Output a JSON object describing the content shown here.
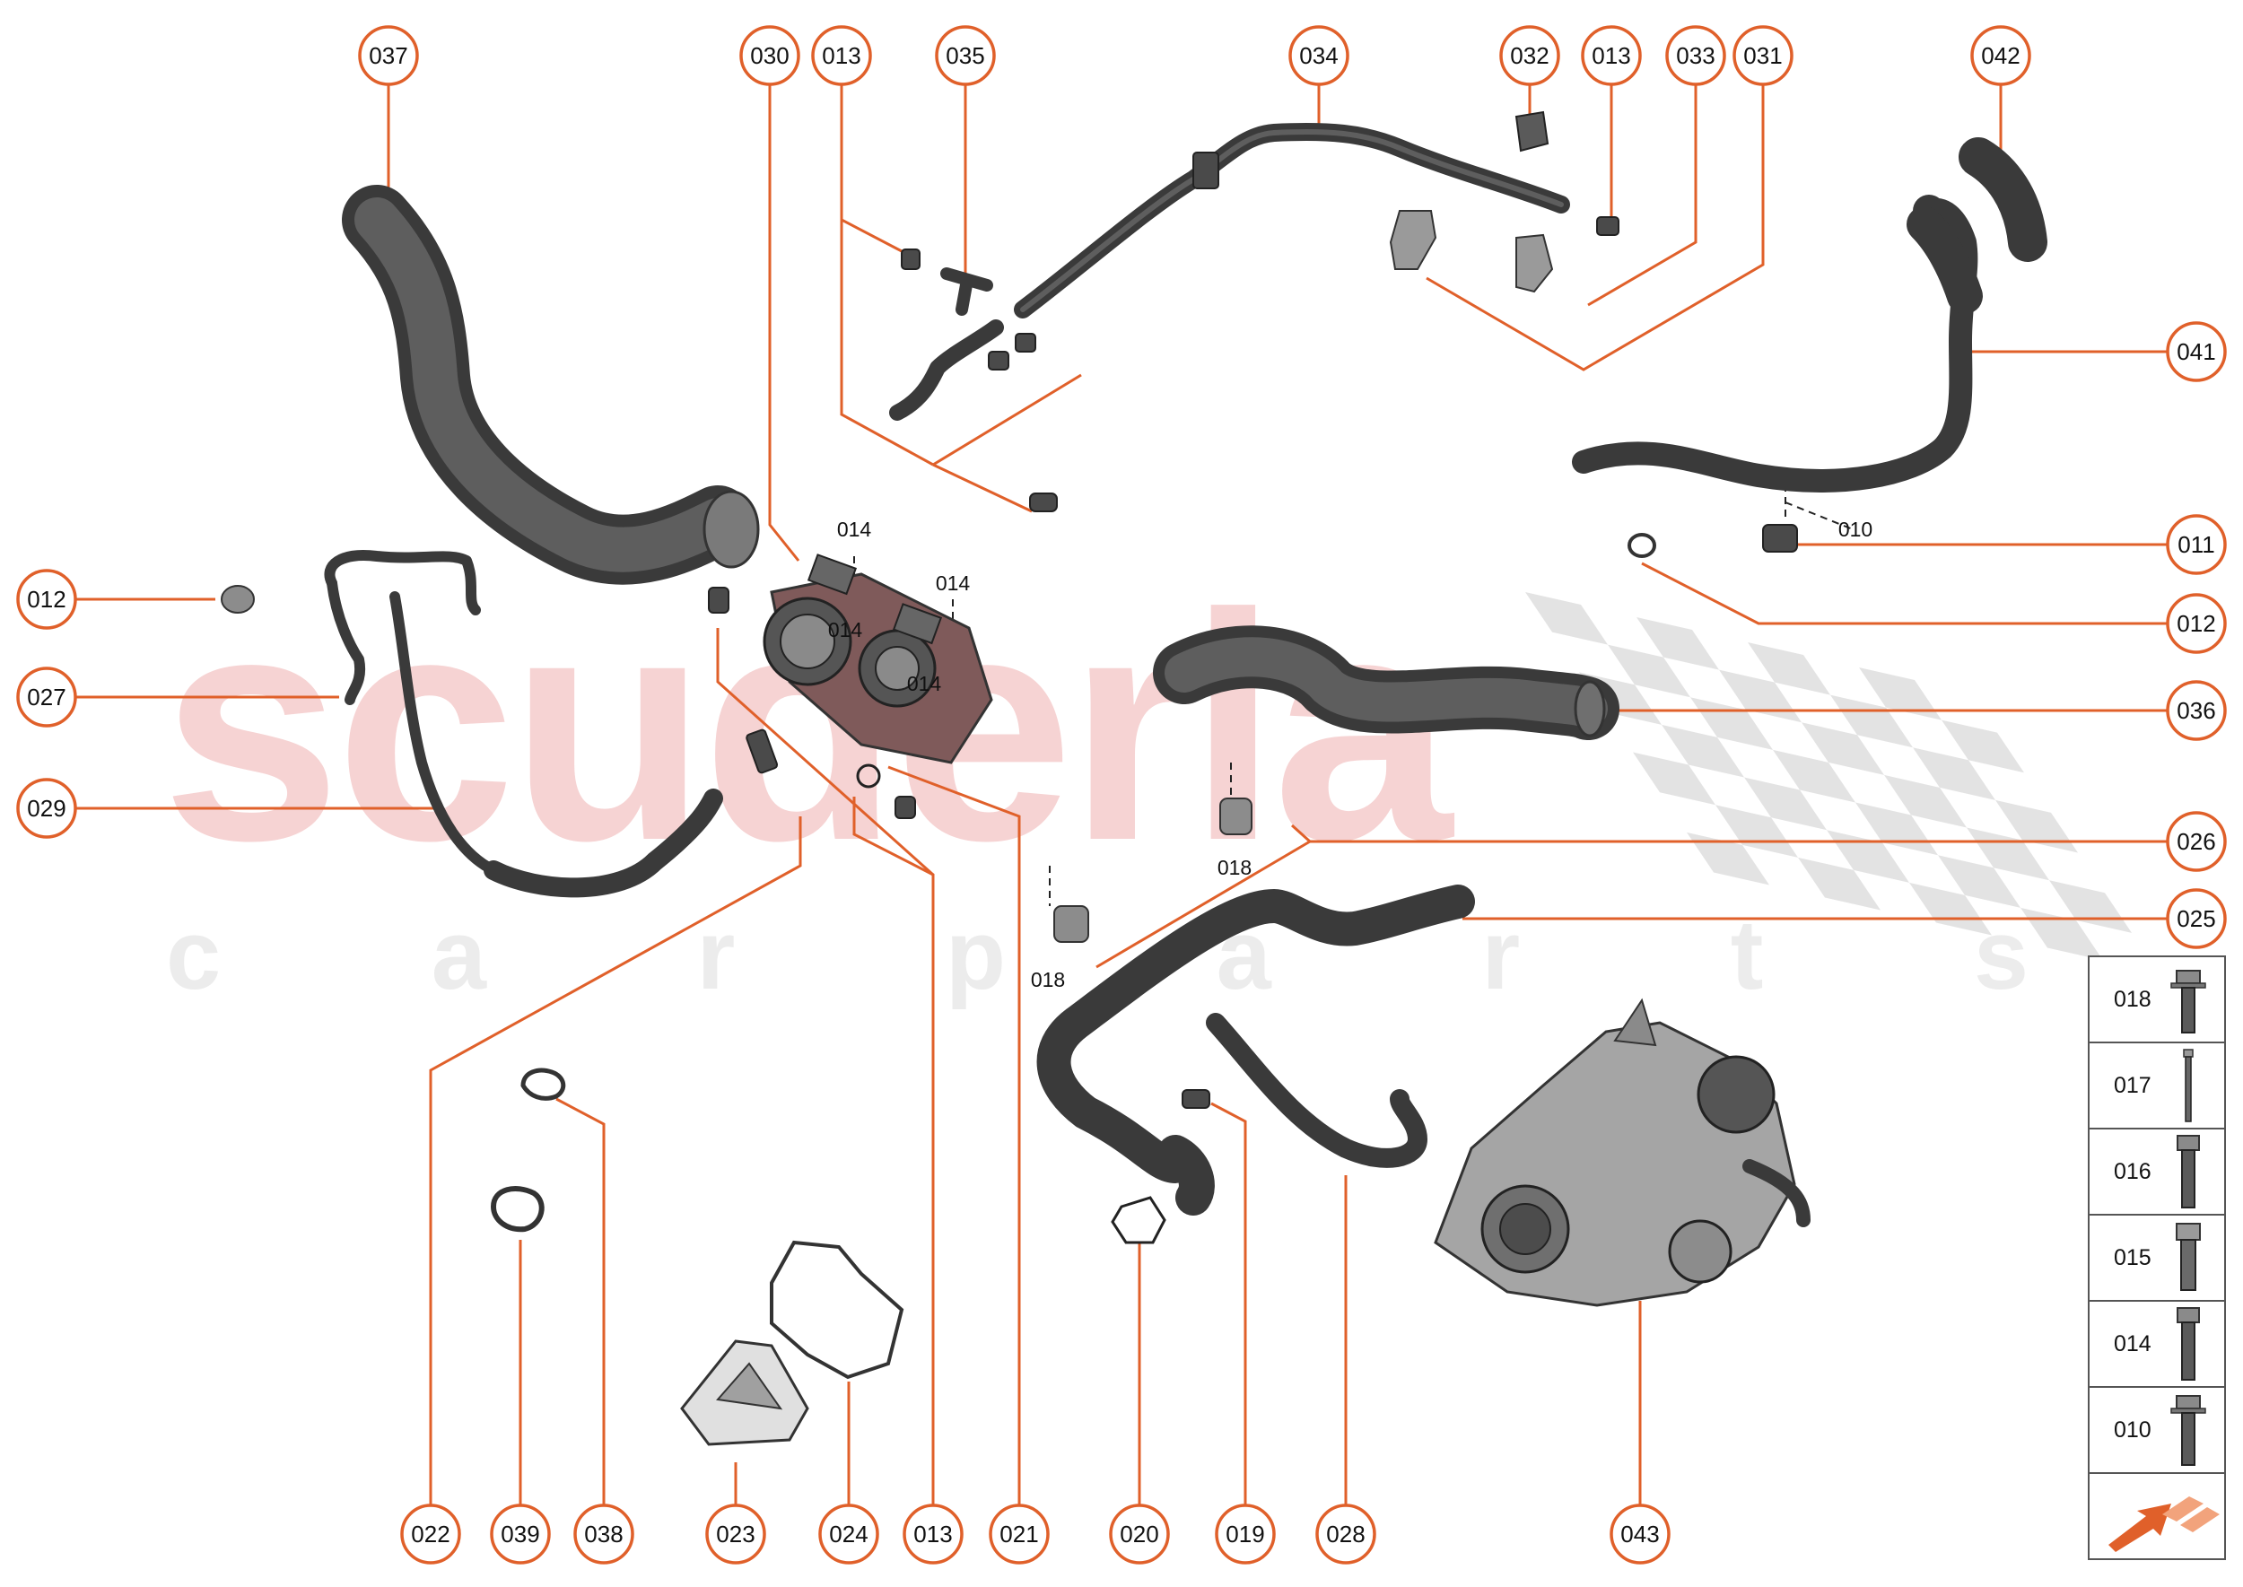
{
  "watermark": {
    "brand": "scuderia",
    "tagline": "c a r   p a r t s",
    "brand_color": "#f6d3d3",
    "tagline_color": "#ececec",
    "flag_color": "#e3e3e3"
  },
  "accent_color": "#e0602a",
  "callouts": [
    {
      "id": "c-037",
      "label": "037"
    },
    {
      "id": "c-030",
      "label": "030"
    },
    {
      "id": "c-013a",
      "label": "013"
    },
    {
      "id": "c-035",
      "label": "035"
    },
    {
      "id": "c-034",
      "label": "034"
    },
    {
      "id": "c-032",
      "label": "032"
    },
    {
      "id": "c-013b",
      "label": "013"
    },
    {
      "id": "c-033",
      "label": "033"
    },
    {
      "id": "c-031",
      "label": "031"
    },
    {
      "id": "c-042",
      "label": "042"
    },
    {
      "id": "c-041",
      "label": "041"
    },
    {
      "id": "c-011",
      "label": "011"
    },
    {
      "id": "c-012r",
      "label": "012"
    },
    {
      "id": "c-036",
      "label": "036"
    },
    {
      "id": "c-026",
      "label": "026"
    },
    {
      "id": "c-025",
      "label": "025"
    },
    {
      "id": "c-012l",
      "label": "012"
    },
    {
      "id": "c-027",
      "label": "027"
    },
    {
      "id": "c-029",
      "label": "029"
    },
    {
      "id": "c-022",
      "label": "022"
    },
    {
      "id": "c-039",
      "label": "039"
    },
    {
      "id": "c-038",
      "label": "038"
    },
    {
      "id": "c-023",
      "label": "023"
    },
    {
      "id": "c-024",
      "label": "024"
    },
    {
      "id": "c-013c",
      "label": "013"
    },
    {
      "id": "c-021",
      "label": "021"
    },
    {
      "id": "c-020",
      "label": "020"
    },
    {
      "id": "c-019",
      "label": "019"
    },
    {
      "id": "c-028",
      "label": "028"
    },
    {
      "id": "c-043",
      "label": "043"
    }
  ],
  "inline_labels": [
    {
      "id": "l-014a",
      "label": "014"
    },
    {
      "id": "l-014b",
      "label": "014"
    },
    {
      "id": "l-014c",
      "label": "014"
    },
    {
      "id": "l-014d",
      "label": "014"
    },
    {
      "id": "l-010",
      "label": "010"
    },
    {
      "id": "l-018a",
      "label": "018"
    },
    {
      "id": "l-018b",
      "label": "018"
    }
  ],
  "fastener_legend": [
    {
      "label": "018",
      "icon": "flange-bolt-icon"
    },
    {
      "label": "017",
      "icon": "long-stud-icon"
    },
    {
      "label": "016",
      "icon": "hex-bolt-icon"
    },
    {
      "label": "015",
      "icon": "hex-bolt-short-icon"
    },
    {
      "label": "014",
      "icon": "hex-bolt-icon"
    },
    {
      "label": "010",
      "icon": "flange-bolt-icon"
    }
  ],
  "legend_footer_icon": "next-page-arrow-icon"
}
